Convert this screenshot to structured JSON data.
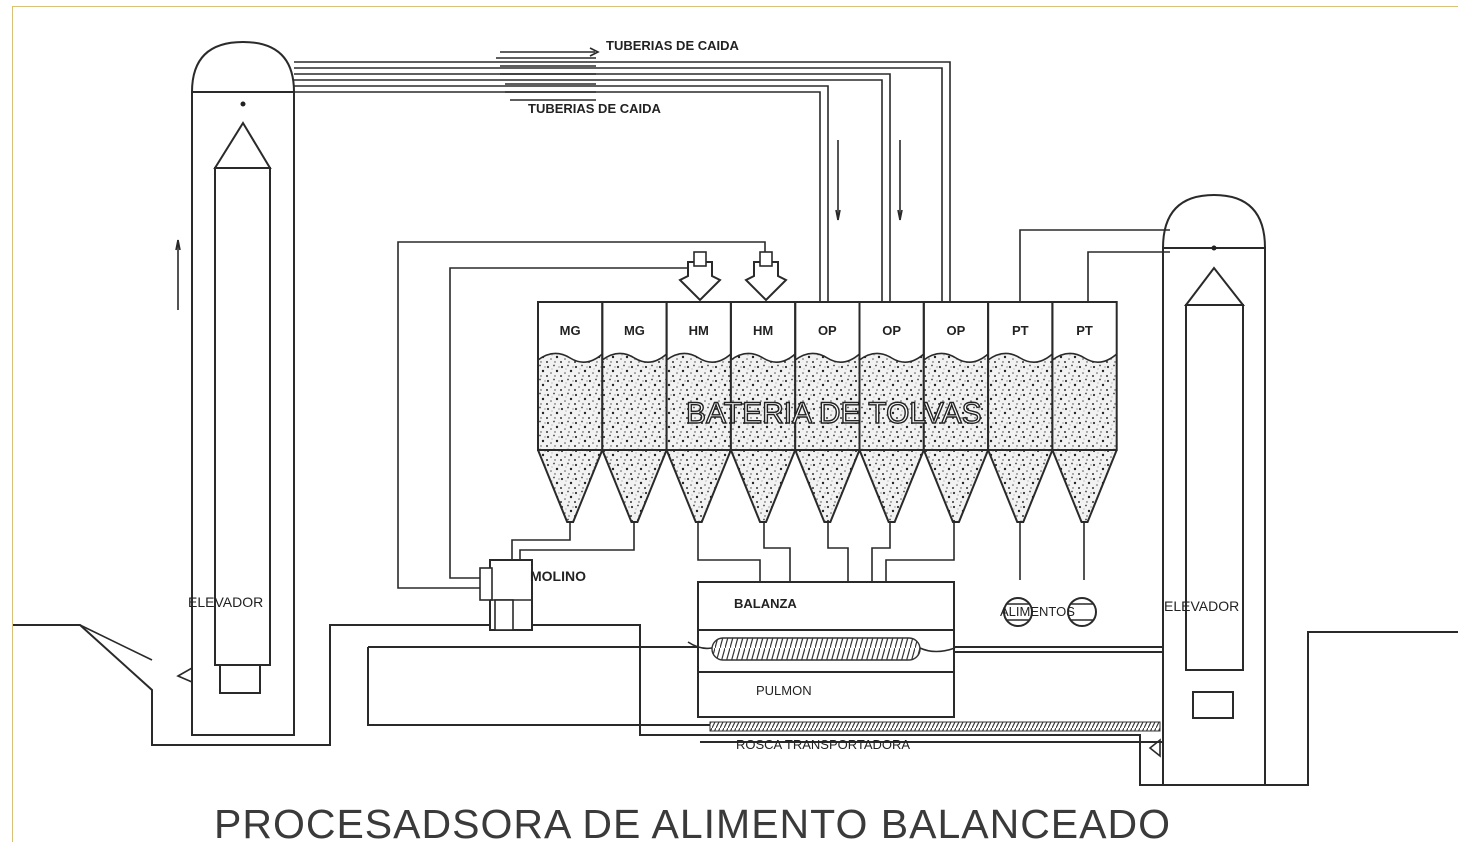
{
  "diagram": {
    "title": "PROCESADSORA DE ALIMENTO BALANCEADO",
    "labels": {
      "pipe_top": "TUBERIAS DE CAIDA",
      "pipe_bottom": "TUBERIAS DE CAIDA",
      "hopper_battery": "BATERIA DE TOLVAS",
      "mill": "MOLINO",
      "scale": "BALANZA",
      "buffer": "PULMON",
      "conveyor": "ROSCA TRANSPORTADORA",
      "feeds": "ALIMENTOS",
      "elevator_left": "ELEVADOR",
      "elevator_right": "ELEVADOR"
    },
    "hoppers": [
      "MG",
      "MG",
      "HM",
      "HM",
      "OP",
      "OP",
      "OP",
      "PT",
      "PT"
    ]
  }
}
